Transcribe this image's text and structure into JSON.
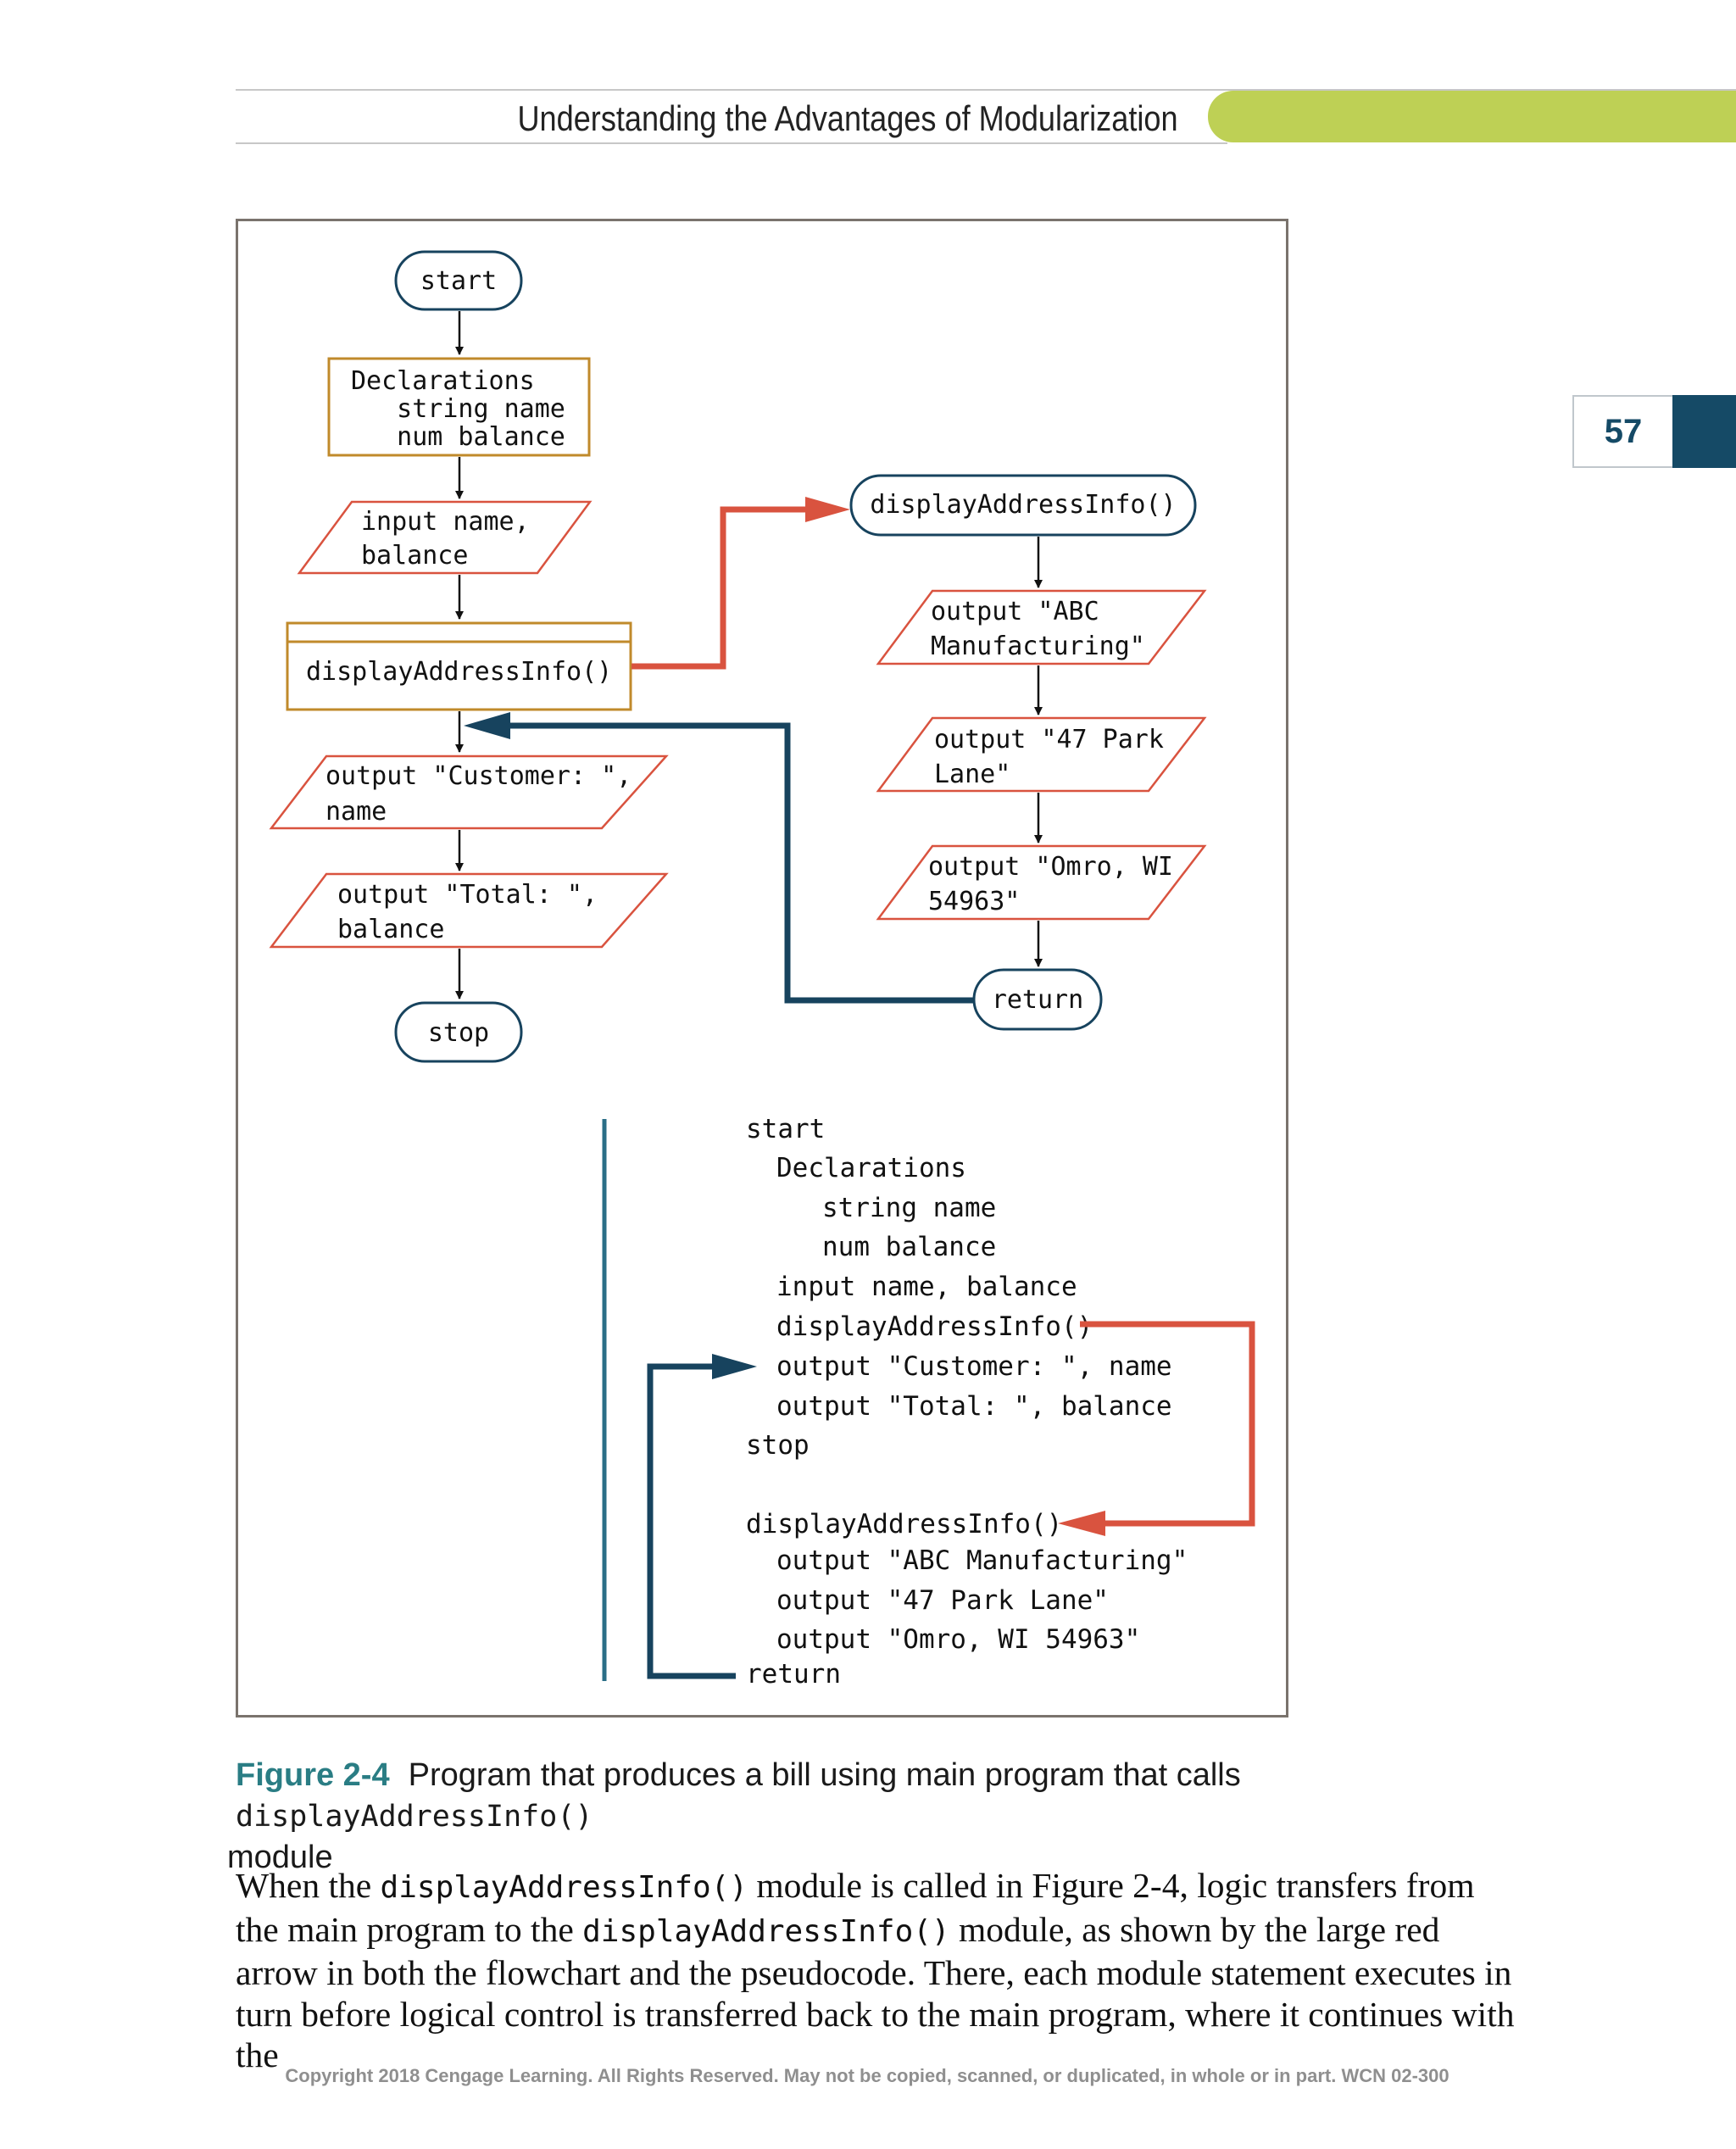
{
  "header": {
    "title": "Understanding the Advantages of Modularization",
    "page_number": "57"
  },
  "flowchart_main": {
    "start": "start",
    "declarations": [
      "Declarations",
      "   string name",
      "   num balance"
    ],
    "input": [
      "input name,",
      "balance"
    ],
    "call": "displayAddressInfo()",
    "output_customer": [
      "output \"Customer: \",",
      "name"
    ],
    "output_total": [
      "output \"Total: \",",
      "balance"
    ],
    "stop": "stop"
  },
  "flowchart_module": {
    "header": "displayAddressInfo()",
    "output_abc": [
      "output \"ABC",
      "Manufacturing\""
    ],
    "output_park": [
      "output \"47 Park",
      "Lane\""
    ],
    "output_omro": [
      "output \"Omro, WI",
      "54963\""
    ],
    "return": "return"
  },
  "pseudocode": {
    "lines": [
      "start",
      "Declarations",
      "string name",
      "num balance",
      "input name, balance",
      "displayAddressInfo()",
      "output \"Customer: \", name",
      "output \"Total: \", balance",
      "stop",
      "displayAddressInfo()",
      "output \"ABC Manufacturing\"",
      "output \"47 Park Lane\"",
      "output \"Omro, WI 54963\"",
      "return"
    ]
  },
  "caption": {
    "label": "Figure 2-4",
    "text_before": "Program that produces a bill using main program that calls ",
    "code": "displayAddressInfo()",
    "text_after": " module"
  },
  "body": {
    "p1": "When the ",
    "c1": "displayAddressInfo()",
    "p2": " module is called in Figure 2-4, logic transfers from the main program to the ",
    "c2": "displayAddressInfo()",
    "p3": " module, as shown by the large red arrow in both the flowchart and the pseudocode. There, each module statement executes in turn before logical control is transferred back to the main program, where it continues with the"
  },
  "copyright": "Copyright 2018 Cengage Learning. All Rights Reserved. May not be copied, scanned, or duplicated, in whole or in part.  WCN 02-300",
  "colors": {
    "navy": "#17435e",
    "red": "#d9533f",
    "gold": "#c08a2b",
    "green": "#bed055",
    "teal": "#2a7d84"
  }
}
